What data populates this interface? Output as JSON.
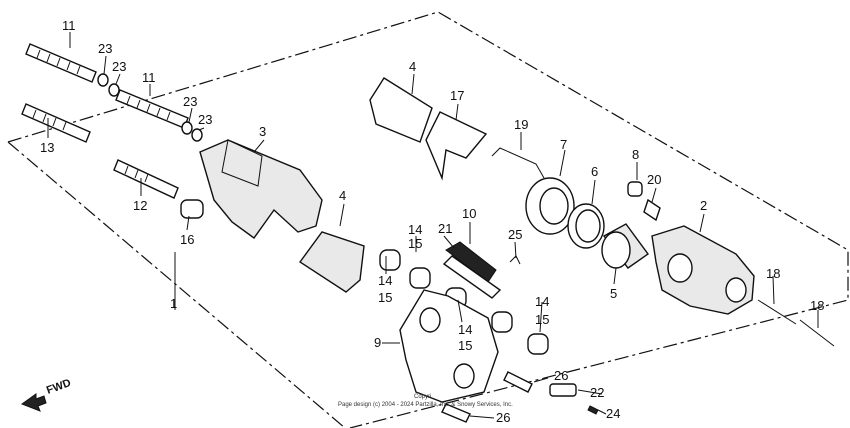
{
  "diagram": {
    "callouts": {
      "c1": "1",
      "c2": "2",
      "c3": "3",
      "c4a": "4",
      "c4b": "4",
      "c5": "5",
      "c6": "6",
      "c7": "7",
      "c8": "8",
      "c9": "9",
      "c10": "10",
      "c11a": "11",
      "c11b": "11",
      "c12": "12",
      "c13": "13",
      "c14a": "14",
      "c15a": "15",
      "c14b": "14",
      "c15b": "15",
      "c14c": "14",
      "c15c": "15",
      "c14d": "14",
      "c15d": "15",
      "c16": "16",
      "c17": "17",
      "c18a": "18",
      "c18b": "18",
      "c19": "19",
      "c20": "20",
      "c21": "21",
      "c22": "22",
      "c23a": "23",
      "c23b": "23",
      "c23c": "23",
      "c23d": "23",
      "c24": "24",
      "c25": "25",
      "c26a": "26",
      "c26b": "26"
    },
    "fwd_label": "FWD",
    "copyright_line1": "Copyri",
    "copyright_line2": "Page design (c) 2004 - 2024 Partzilla, Inc. & Snowy Services, Inc."
  }
}
